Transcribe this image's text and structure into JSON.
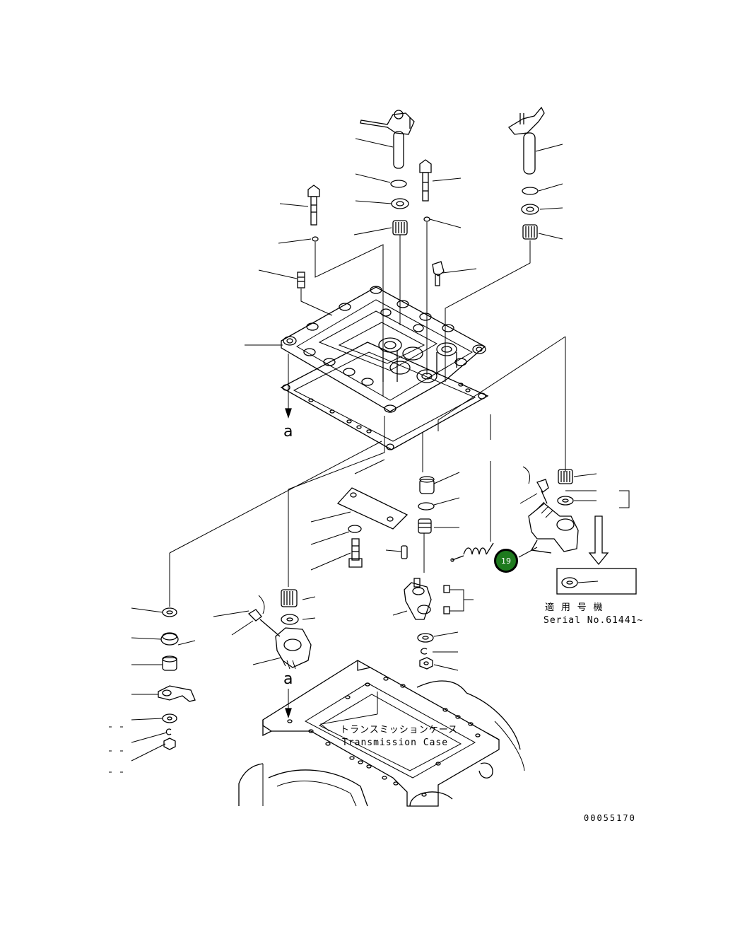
{
  "labels": {
    "marker_a_top": "a",
    "marker_a_bottom": "a",
    "case_jp": "トランスミッションケース",
    "case_en": "Transmission Case",
    "applicable_jp": "適 用 号 機",
    "serial": "Serial No.61441~",
    "drawing_number": "00055170"
  },
  "callouts": [
    {
      "number": "19"
    }
  ],
  "colors": {
    "line": "#000000",
    "callout_fill": "#1e7a1e",
    "background": "#ffffff"
  }
}
